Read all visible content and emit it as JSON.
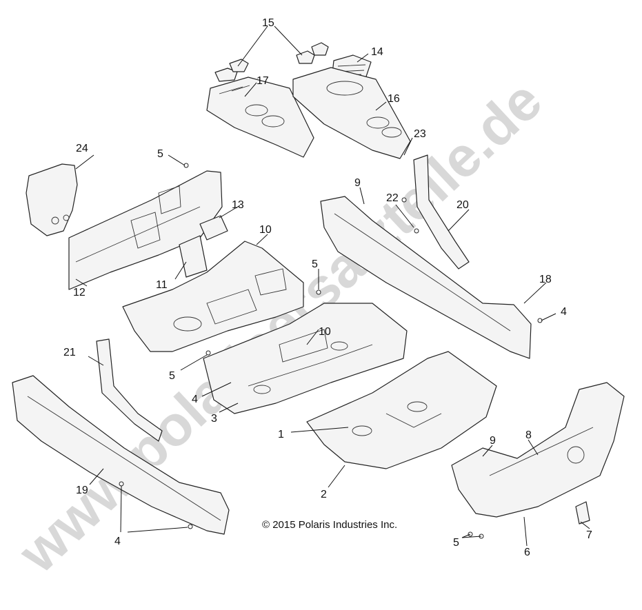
{
  "watermark": "www.polarisersatzteile.de",
  "copyright": "© 2015 Polaris Industries Inc.",
  "callouts": {
    "c1": "1",
    "c2": "2",
    "c3": "3",
    "c4a": "4",
    "c4b": "4",
    "c4c": "4",
    "c5a": "5",
    "c5b": "5",
    "c5c": "5",
    "c5d": "5",
    "c6": "6",
    "c7": "7",
    "c8": "8",
    "c9a": "9",
    "c9b": "9",
    "c10a": "10",
    "c10b": "10",
    "c11": "11",
    "c12": "12",
    "c13": "13",
    "c14": "14",
    "c15": "15",
    "c16": "16",
    "c17": "17",
    "c18": "18",
    "c19": "19",
    "c20": "20",
    "c21": "21",
    "c22": "22",
    "c23": "23",
    "c24": "24"
  }
}
